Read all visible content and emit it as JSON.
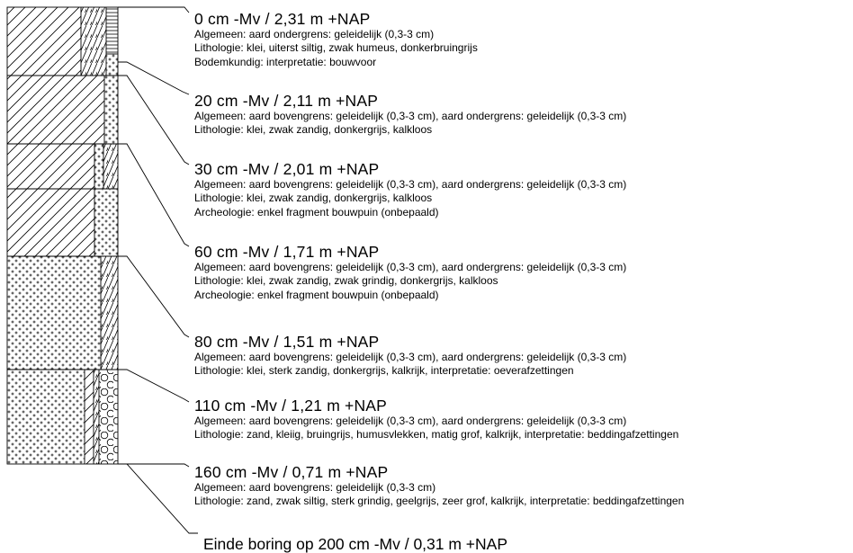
{
  "boring": {
    "layers": [
      {
        "heading": "0 cm -Mv / 2,31 m +NAP",
        "lines": [
          "Algemeen: aard ondergrens: geleidelijk (0,3-3 cm)",
          "Lithologie: klei, uiterst siltig, zwak humeus, donkerbruingrijs",
          "Bodemkundig: interpretatie: bouwvoor"
        ],
        "columns": [
          "clay",
          "clay-steep",
          "silt"
        ]
      },
      {
        "heading": "20 cm -Mv / 2,11 m +NAP",
        "lines": [
          "Algemeen: aard bovengrens: geleidelijk (0,3-3 cm), aard ondergrens: geleidelijk (0,3-3 cm)",
          "Lithologie: klei, zwak zandig, donkergrijs, kalkloos"
        ],
        "columns": [
          "clay",
          "sand"
        ]
      },
      {
        "heading": "30 cm -Mv / 2,01 m +NAP",
        "lines": [
          "Algemeen: aard bovengrens: geleidelijk (0,3-3 cm), aard ondergrens: geleidelijk (0,3-3 cm)",
          "Lithologie: klei, zwak zandig, donkergrijs, kalkloos",
          "Archeologie: enkel fragment bouwpuin (onbepaald)"
        ],
        "columns": [
          "clay",
          "sand",
          "clay-steep"
        ]
      },
      {
        "heading": "60 cm -Mv / 1,71 m +NAP",
        "lines": [
          "Algemeen: aard bovengrens: geleidelijk (0,3-3 cm), aard ondergrens: geleidelijk (0,3-3 cm)",
          "Lithologie: klei, zwak zandig, zwak grindig, donkergrijs, kalkloos",
          "Archeologie: enkel fragment bouwpuin (onbepaald)"
        ],
        "columns": [
          "clay",
          "sand"
        ]
      },
      {
        "heading": "80 cm -Mv / 1,51 m +NAP",
        "lines": [
          "Algemeen: aard bovengrens: geleidelijk (0,3-3 cm), aard ondergrens: geleidelijk (0,3-3 cm)",
          "Lithologie: klei, sterk zandig, donkergrijs, kalkrijk, interpretatie: oeverafzettingen"
        ],
        "columns": [
          "sand",
          "clay"
        ]
      },
      {
        "heading": "110 cm -Mv / 1,21 m +NAP",
        "lines": [
          "Algemeen: aard bovengrens: geleidelijk (0,3-3 cm), aard ondergrens: geleidelijk (0,3-3 cm)",
          "Lithologie: zand, kleiig, bruingrijs, humusvlekken, matig grof, kalkrijk, interpretatie: beddingafzettingen"
        ],
        "columns": [
          "sand",
          "clay",
          "clay-steep",
          "gravel"
        ]
      },
      {
        "heading": "160 cm -Mv / 0,71 m +NAP",
        "lines": [
          "Algemeen: aard bovengrens: geleidelijk (0,3-3 cm)",
          "Lithologie: zand, zwak siltig, sterk grindig, geelgrijs, zeer grof, kalkrijk, interpretatie: beddingafzettingen"
        ],
        "columns": []
      }
    ],
    "end_label": "Einde boring op 200 cm -Mv / 0,31 m +NAP"
  }
}
